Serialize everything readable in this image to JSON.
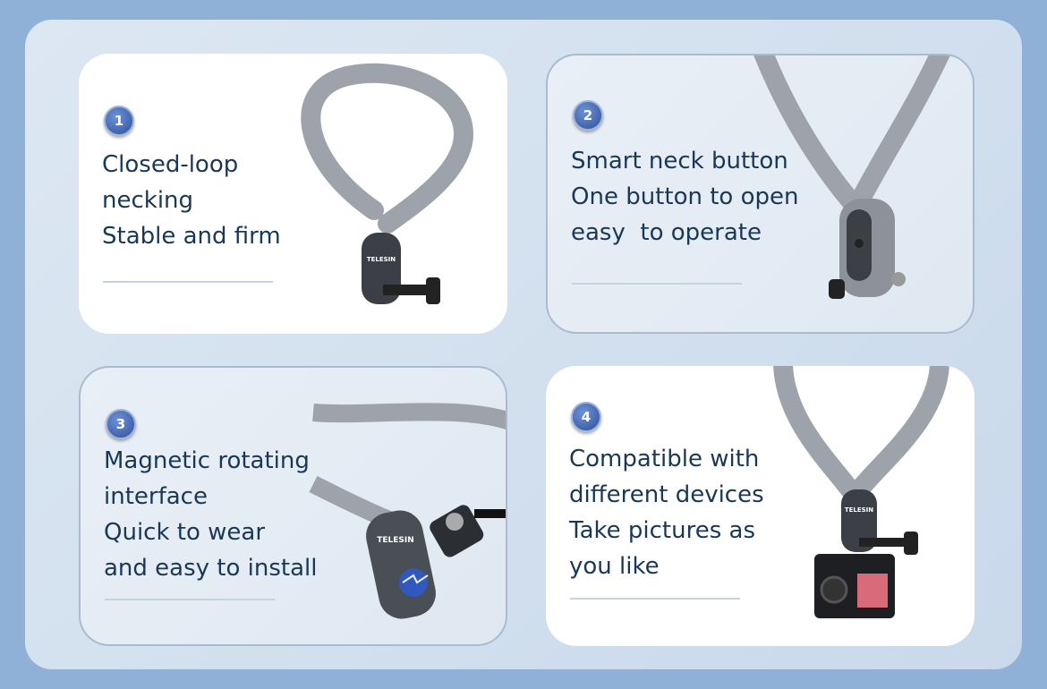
{
  "features": [
    {
      "number": "1",
      "lines": [
        "Closed-loop",
        "necking",
        "Stable and firm"
      ]
    },
    {
      "number": "2",
      "lines": [
        "Smart neck button",
        "One button to open",
        "easy  to operate"
      ]
    },
    {
      "number": "3",
      "lines": [
        "Magnetic rotating",
        "interface",
        "Quick to wear",
        "and easy to install"
      ]
    },
    {
      "number": "4",
      "lines": [
        "Compatible with",
        "different devices",
        "Take pictures as",
        "you like"
      ]
    }
  ],
  "brand": "TELESIN"
}
